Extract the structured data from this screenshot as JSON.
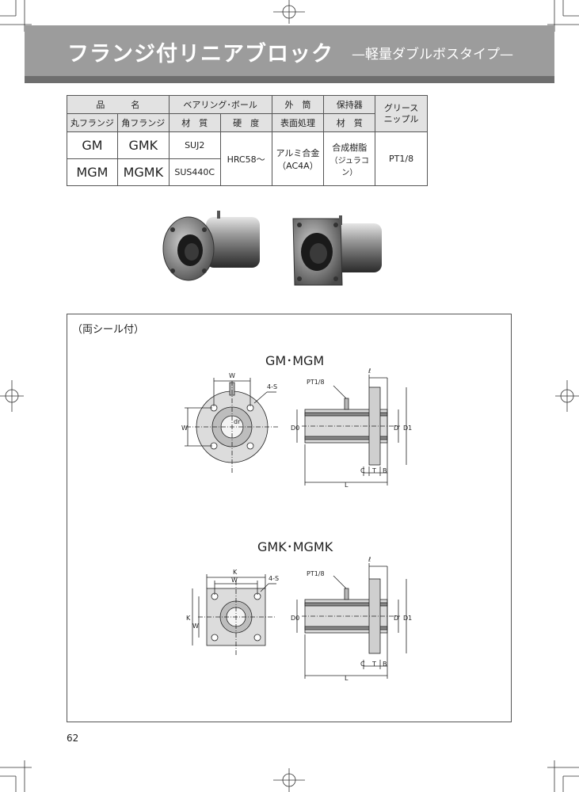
{
  "header": {
    "title": "フランジ付リニアブロック",
    "subtitle": "—軽量ダブルボスタイプ—"
  },
  "table": {
    "h_hinmei": "品　　　名",
    "h_bearing": "ベアリング･ボール",
    "h_outer": "外　筒",
    "h_holder": "保持器",
    "h_grease": "グリース\nニップル",
    "sub_round": "丸フランジ",
    "sub_square": "角フランジ",
    "sub_material": "材　質",
    "sub_hardness": "硬　度",
    "sub_surface": "表面処理",
    "sub_material2": "材　質",
    "rows": [
      {
        "round": "GM",
        "square": "GMK",
        "material": "SUJ2"
      },
      {
        "round": "MGM",
        "square": "MGMK",
        "material": "SUS440C"
      }
    ],
    "hardness": "HRC58～",
    "surface_1": "アルミ合金",
    "surface_2": "（AC4A）",
    "holder_1": "合成樹脂",
    "holder_2": "（ジュラコン）",
    "grease": "PT1/8"
  },
  "drawing": {
    "seal_note": "（両シール付）",
    "title_round": "GM･MGM",
    "title_square": "GMK･MGMK",
    "dims": {
      "w": "W",
      "k": "K",
      "s": "4-S",
      "pt": "PT1/8",
      "l_small": "ℓ",
      "d0": "D0",
      "d": "D",
      "d1": "D1",
      "dr": "dr",
      "c": "C",
      "t": "T",
      "b": "B",
      "l": "L"
    }
  },
  "page_number": "62"
}
